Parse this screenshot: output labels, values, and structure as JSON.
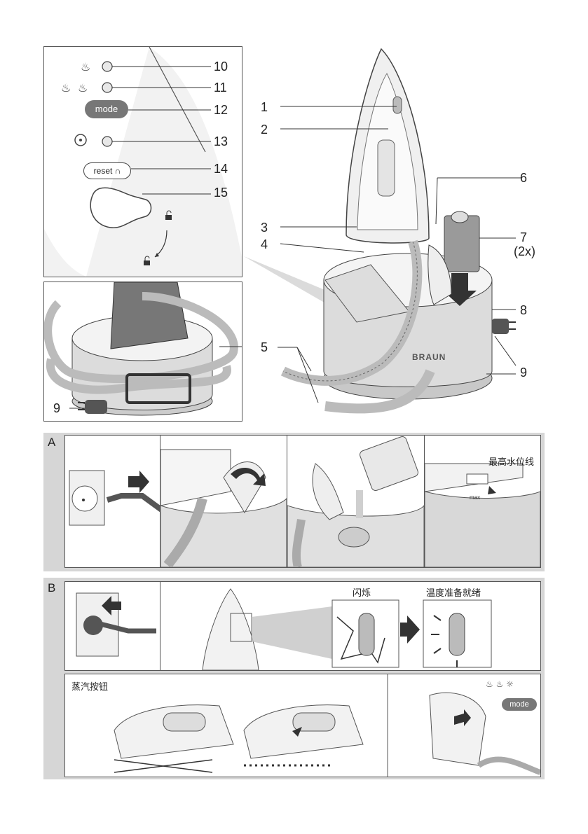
{
  "control_panel": {
    "mode_label": "mode",
    "reset_label": "reset",
    "callouts": [
      "10",
      "11",
      "12",
      "13",
      "14",
      "15"
    ]
  },
  "main_figure": {
    "callouts": [
      "1",
      "2",
      "3",
      "4",
      "5",
      "6",
      "7",
      "(2x)",
      "8",
      "9"
    ],
    "brand_text": "BRAUN",
    "max_mark": "max"
  },
  "bottom_left_figure": {
    "callout": "9"
  },
  "section_a": {
    "label": "A",
    "max_water_line": "最高水位线"
  },
  "section_b": {
    "label": "B",
    "blinking": "闪烁",
    "ready": "温度准备就绪",
    "steam_button": "蒸汽按钮",
    "mode_label": "mode"
  },
  "colors": {
    "band_gray": "#d6d6d6",
    "body_gray": "#9a9a9a",
    "light_gray": "#e6e6e6",
    "line": "#333333"
  }
}
